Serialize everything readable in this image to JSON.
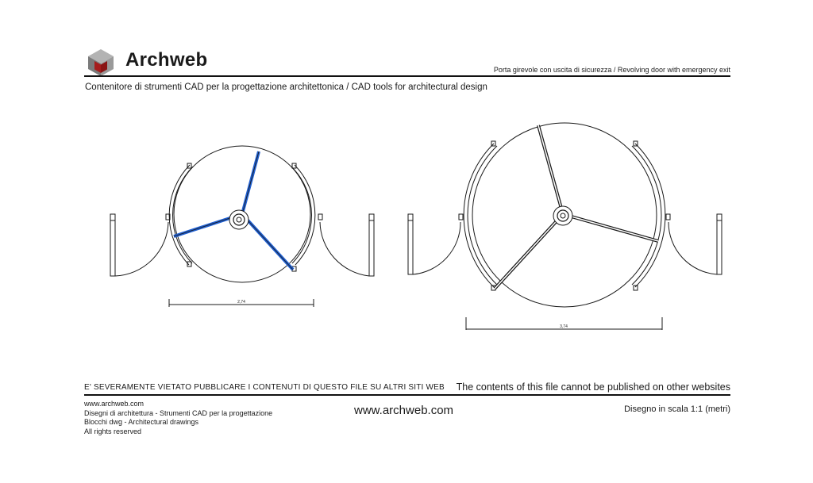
{
  "header": {
    "brand": "Archweb",
    "drawing_title": "Porta girevole con uscita di sicurezza  /  Revolving door with emergency exit",
    "subtitle": "Contenitore di strumenti CAD per la progettazione architettonica  /  CAD tools for architectural design"
  },
  "drawings": [
    {
      "dimension_label": "2,74"
    },
    {
      "dimension_label": "3,74"
    }
  ],
  "footer": {
    "warning_it": "E' SEVERAMENTE VIETATO PUBBLICARE I CONTENUTI DI QUESTO FILE SU ALTRI SITI WEB",
    "warning_en": "The contents of this file cannot be published on other websites",
    "info_lines": [
      "www.archweb.com",
      "Disegni di architettura - Strumenti CAD  per la progettazione",
      "Blocchi dwg - Architectural drawings",
      "All rights reserved"
    ],
    "site": "www.archweb.com",
    "scale": "Disegno in scala 1:1 (metri)"
  },
  "colors": {
    "highlight_wing": "#1f5fd1",
    "ink": "#1a1a1a",
    "logo_red": "#a51d1d",
    "logo_gray": "#8c8c8c"
  }
}
